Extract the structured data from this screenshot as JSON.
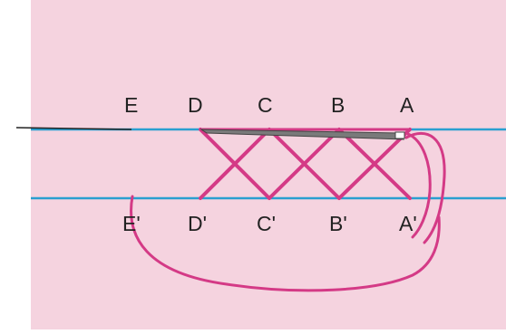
{
  "diagram": {
    "top_labels": [
      "E",
      "D",
      "C",
      "B",
      "A"
    ],
    "bottom_labels": [
      "E'",
      "D'",
      "C'",
      "B'",
      "A'"
    ],
    "colors": {
      "background": "#f5d3df",
      "guide_line": "#2a9fd0",
      "thread": "#d43a86",
      "needle": "#7a7a7a"
    }
  }
}
